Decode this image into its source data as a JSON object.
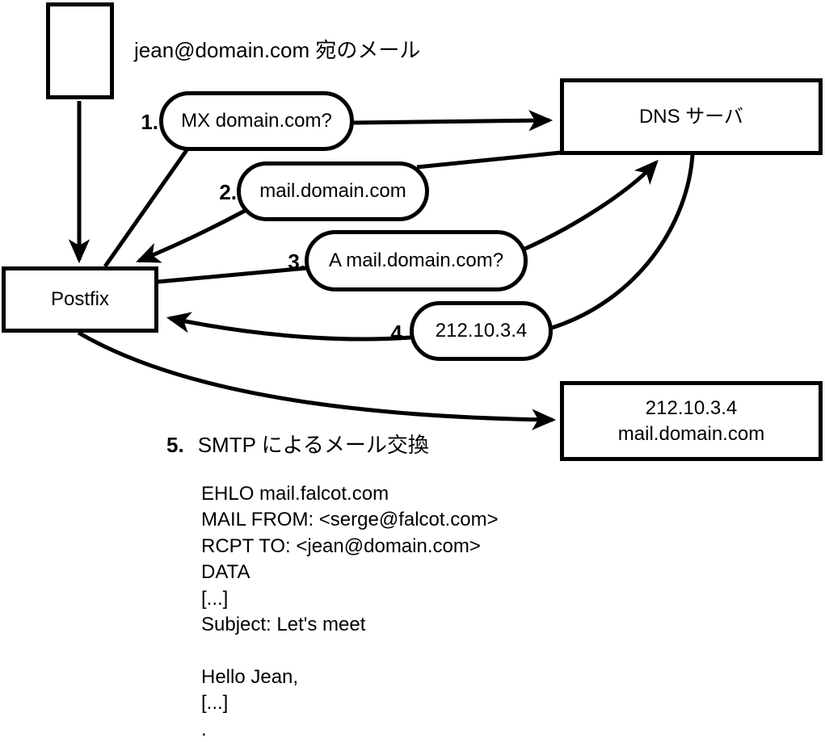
{
  "note": "jean@domain.com 宛のメール",
  "nodes": {
    "postfix": "Postfix",
    "dns": "DNS サーバ",
    "mailserver": {
      "line1": "212.10.3.4",
      "line2": "mail.domain.com"
    }
  },
  "steps": [
    {
      "num": "1.",
      "label": "MX domain.com?"
    },
    {
      "num": "2.",
      "label": "mail.domain.com"
    },
    {
      "num": "3.",
      "label": "A mail.domain.com?"
    },
    {
      "num": "4.",
      "label": "212.10.3.4"
    },
    {
      "num": "5.",
      "label": "SMTP によるメール交換"
    }
  ],
  "smtp": {
    "lines": [
      "EHLO mail.falcot.com",
      "MAIL FROM: <serge@falcot.com>",
      "RCPT TO: <jean@domain.com>",
      "DATA",
      "[...]",
      "Subject: Let's meet",
      "",
      "Hello Jean,",
      "[...]",
      "."
    ]
  },
  "colors": {
    "stroke": "#000000",
    "background": "#ffffff"
  }
}
